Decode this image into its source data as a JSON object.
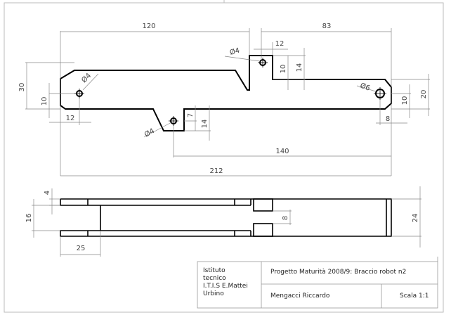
{
  "drawing": {
    "title": "Progetto Maturità 2008/9: Braccio robot n2",
    "author": "Mengacci Riccardo",
    "scale": "Scala 1:1",
    "school": [
      "Istituto",
      "tecnico",
      "I.T.I.S  E.Mattei",
      "Urbino"
    ]
  },
  "front_view_dims": {
    "d120": "120",
    "d83": "83",
    "d12_top": "12",
    "d4_top": "Ø4",
    "d10_top": "10",
    "d14_top": "14",
    "d30": "30",
    "d10_left": "10",
    "d4_left": "Ø4",
    "d12_left": "12",
    "d6": "Ø6",
    "d10_right": "10",
    "d20": "20",
    "d8": "8",
    "d4_bottom": "Ø4",
    "d7": "7",
    "d14_bottom": "14",
    "d140": "140",
    "d212": "212"
  },
  "top_view_dims": {
    "d4": "4",
    "d16": "16",
    "d25": "25",
    "d8": "8",
    "d24": "24"
  }
}
